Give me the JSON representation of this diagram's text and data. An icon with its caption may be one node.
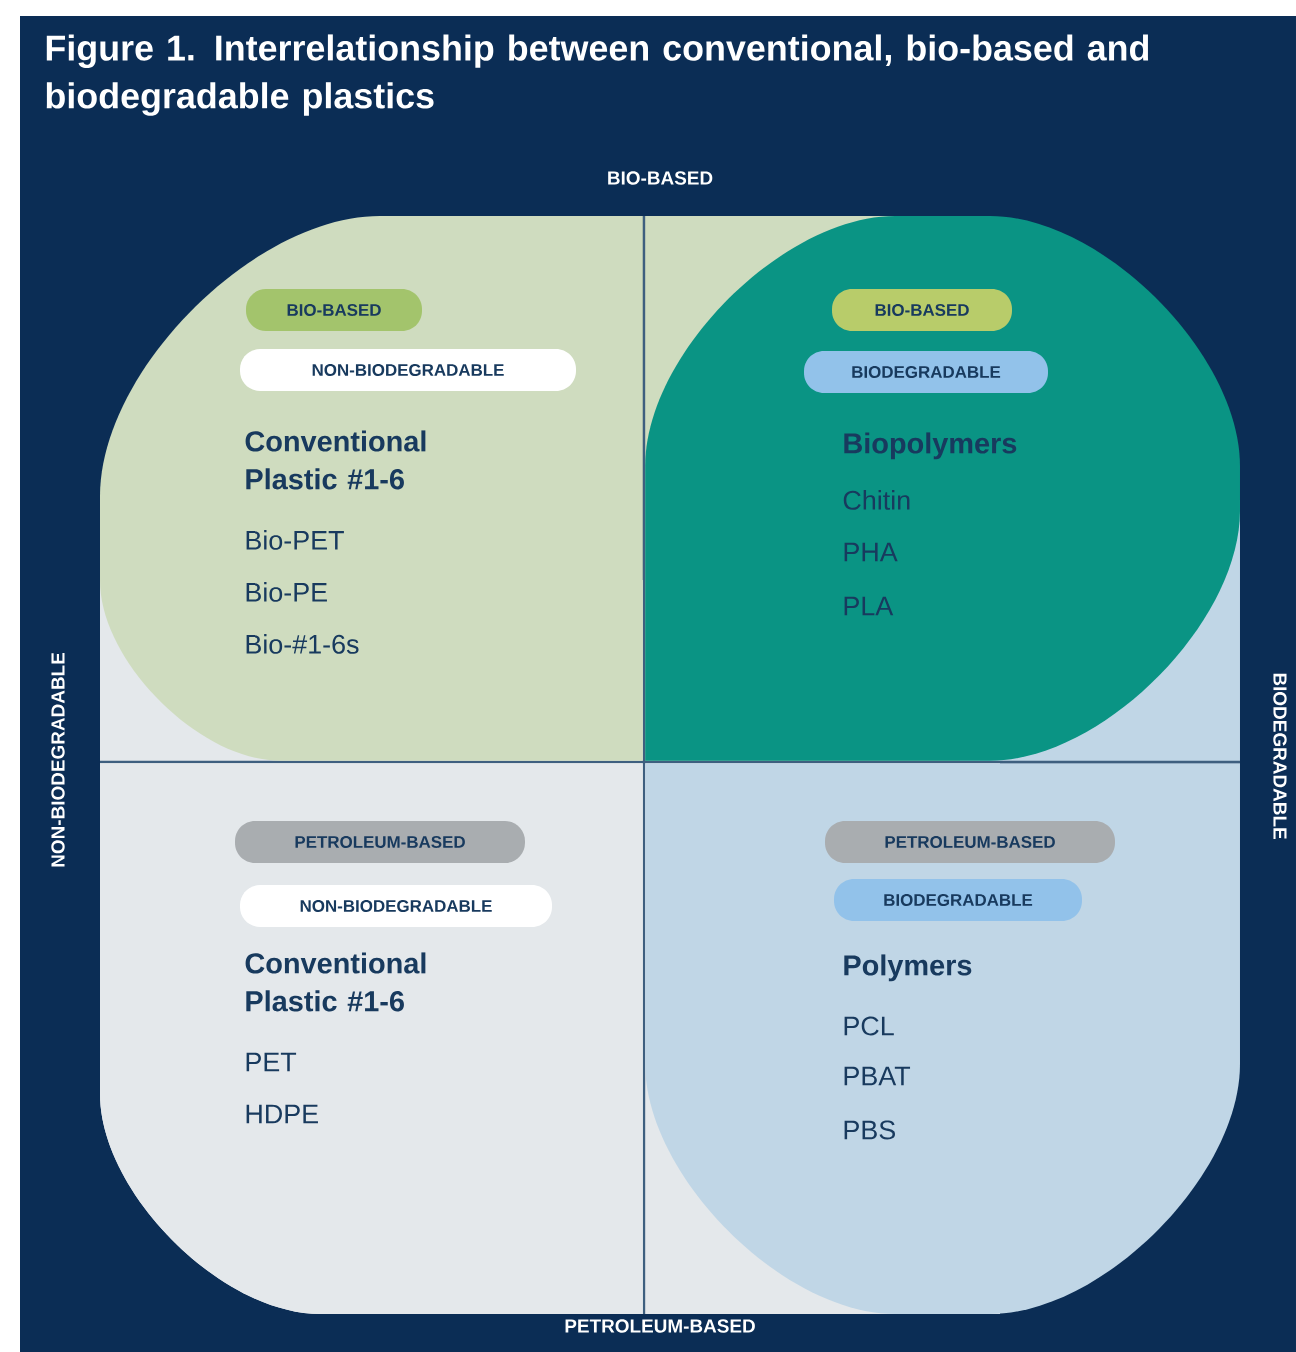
{
  "diagram": {
    "title": "Figure 1. Interrelationship between conventional, bio-based and biodegradable plastics",
    "nodes": [
      {
        "text": [
          "Conventional Plastic #1-6",
          "Bio-PET",
          "Bio-PE",
          "Bio-#1-6s"
        ]
      },
      {
        "text": [
          "BIO-BASED"
        ],
        "in": 0
      },
      {
        "text": [
          "NON-BIODEGRADABLE"
        ],
        "in": 0
      },
      {
        "text": [
          "Biopolymers",
          "Chitin",
          "PHA",
          "PLA"
        ]
      },
      {
        "text": [
          "BIO-BASED"
        ],
        "in": 3
      },
      {
        "text": [
          "BIODEGRADABLE"
        ],
        "in": 3
      },
      {
        "text": [
          "Conventional Plastic #1-6",
          "PET",
          "HDPE"
        ]
      },
      {
        "text": [
          "PETROLEUM-BASED"
        ],
        "in": 6
      },
      {
        "text": [
          "NON-BIODEGRADABLE"
        ],
        "in": 6
      },
      {
        "text": [
          "Polymers",
          "PCL",
          "PBAT",
          "PBS"
        ]
      },
      {
        "text": [
          "PETROLEUM-BASED"
        ],
        "in": 9
      },
      {
        "text": [
          "BIODEGRADABLE"
        ],
        "in": 9
      }
    ],
    "labels": [
      "BIO-BASED",
      "NON-BIODEGRADABLE",
      "BIODEGRADABLE",
      "PETROLEUM-BASED"
    ]
  }
}
